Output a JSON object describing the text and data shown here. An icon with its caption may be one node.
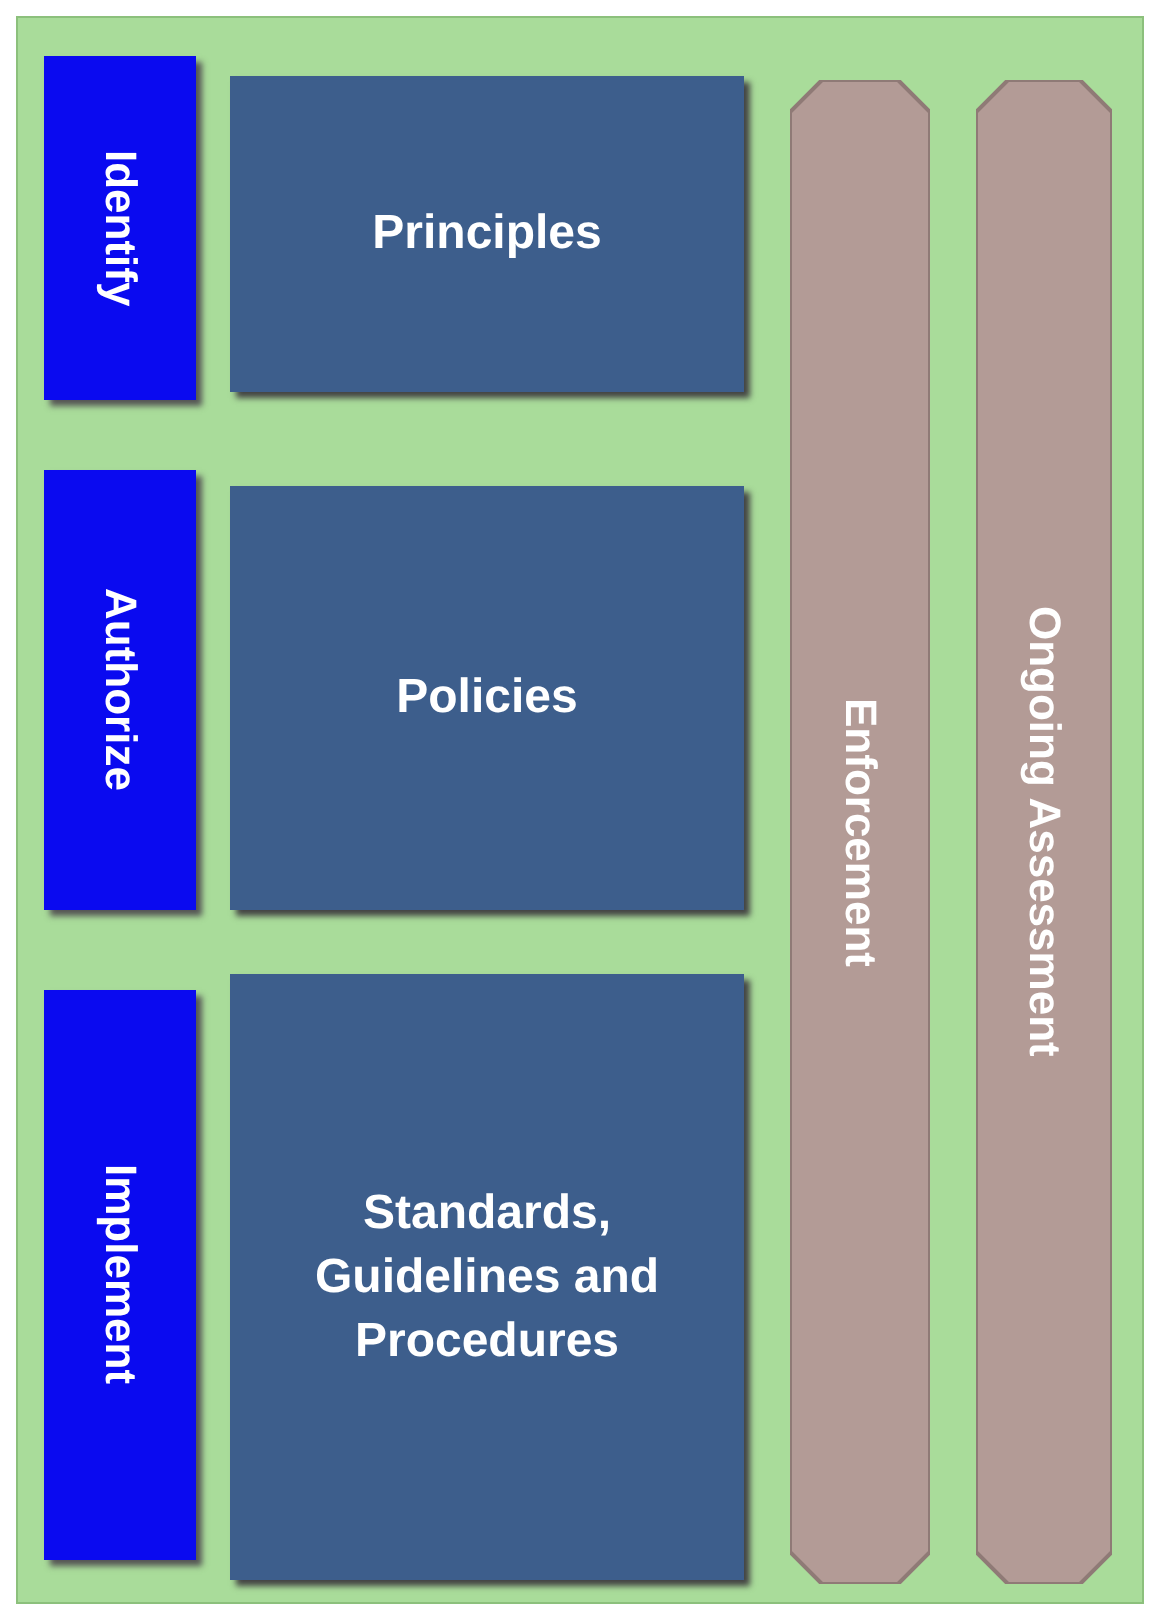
{
  "diagram": {
    "nodes": [
      {
        "text": [
          "Identify"
        ]
      },
      {
        "text": [
          "Principles"
        ]
      },
      {
        "text": [
          "Enforcement"
        ]
      },
      {
        "text": [
          "Ongoing Assessment"
        ]
      },
      {
        "text": [
          "Authorize"
        ]
      },
      {
        "text": [
          "Policies"
        ]
      },
      {
        "text": [
          "Implement"
        ]
      },
      {
        "text": [
          "Standards, Guidelines and Procedures"
        ]
      }
    ]
  }
}
